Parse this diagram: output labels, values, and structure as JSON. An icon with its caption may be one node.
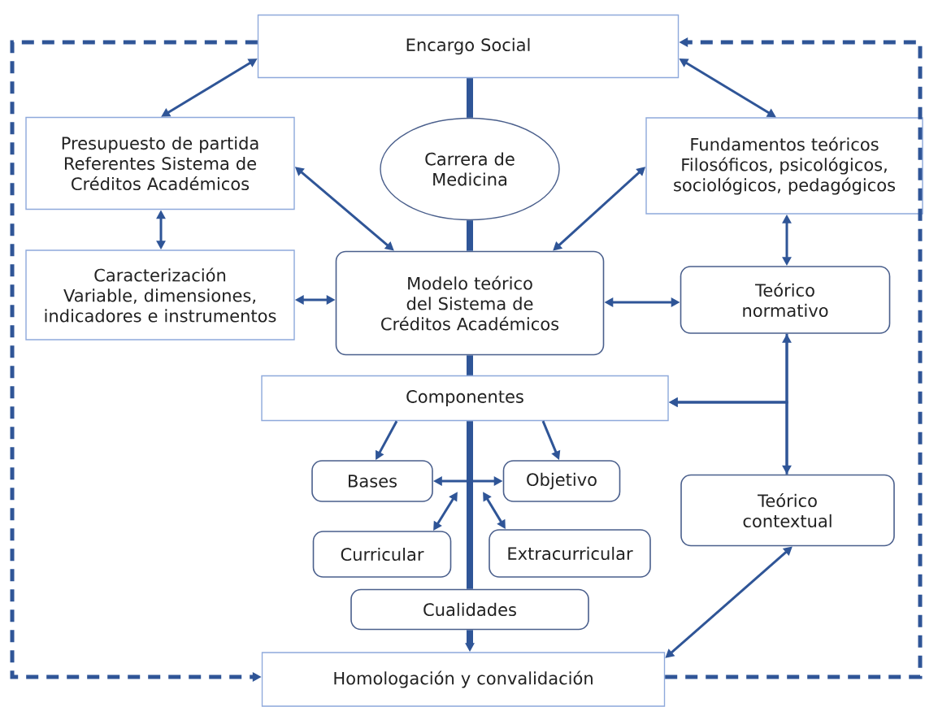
{
  "diagram": {
    "nodes": [
      {
        "text": [
          "Encargo Social"
        ]
      },
      {
        "text": [
          "Presupuesto de partida Referentes Sistema de Créditos Académicos"
        ]
      },
      {
        "text": [
          "Carrera de Medicina"
        ]
      },
      {
        "text": [
          "Fundamentos teóricos Filosóficos, psicológicos, sociológicos, pedagógicos"
        ]
      },
      {
        "text": [
          "Caracterización Variable, dimensiones, indicadores e instrumentos"
        ]
      },
      {
        "text": [
          "Modelo teórico del Sistema de Créditos Académicos"
        ]
      },
      {
        "text": [
          "Teórico normativo"
        ]
      },
      {
        "text": [
          "Componentes"
        ]
      },
      {
        "text": [
          "Bases"
        ]
      },
      {
        "text": [
          "Objetivo"
        ]
      },
      {
        "text": [
          "Curricular"
        ]
      },
      {
        "text": [
          "Extracurricular"
        ]
      },
      {
        "text": [
          "Cualidades"
        ]
      },
      {
        "text": [
          "Teórico contextual"
        ]
      },
      {
        "text": [
          "Homologación y convalidación"
        ]
      }
    ],
    "edges": [
      {
        "from": 0,
        "to": 2,
        "arrow": "none",
        "style": "thick"
      },
      {
        "from": 2,
        "to": 5,
        "arrow": "none",
        "style": "thick"
      },
      {
        "from": 5,
        "to": 7,
        "arrow": "none",
        "style": "thick"
      },
      {
        "from": 7,
        "to": 12,
        "arrow": "none",
        "style": "thick"
      },
      {
        "from": 12,
        "to": 14,
        "arrow": "to",
        "style": "thick"
      },
      {
        "from": 0,
        "to": 1,
        "arrow": "both"
      },
      {
        "from": 0,
        "to": 3,
        "arrow": "both"
      },
      {
        "from": 1,
        "to": 5,
        "arrow": "both"
      },
      {
        "from": 3,
        "to": 5,
        "arrow": "both"
      },
      {
        "from": 1,
        "to": 4,
        "arrow": "both"
      },
      {
        "from": 4,
        "to": 5,
        "arrow": "both"
      },
      {
        "from": 5,
        "to": 6,
        "arrow": "both"
      },
      {
        "from": 3,
        "to": 6,
        "arrow": "both"
      },
      {
        "from": 6,
        "to": 13,
        "arrow": "both"
      },
      {
        "from": 6,
        "to": 7,
        "arrow": "to"
      },
      {
        "from": 13,
        "to": 7,
        "arrow": "to"
      },
      {
        "from": 7,
        "to": 8,
        "arrow": "to"
      },
      {
        "from": 7,
        "to": 9,
        "arrow": "to"
      },
      {
        "from": 8,
        "to": 9,
        "arrow": "both"
      },
      {
        "from": null,
        "to": 10,
        "arrow": "both"
      },
      {
        "from": null,
        "to": 11,
        "arrow": "both"
      },
      {
        "from": 13,
        "to": 14,
        "arrow": "both"
      },
      {
        "from": 0,
        "to": 14,
        "arrow": "to",
        "style": "dashed"
      },
      {
        "from": 14,
        "to": 0,
        "arrow": "to",
        "style": "dashed"
      }
    ]
  }
}
